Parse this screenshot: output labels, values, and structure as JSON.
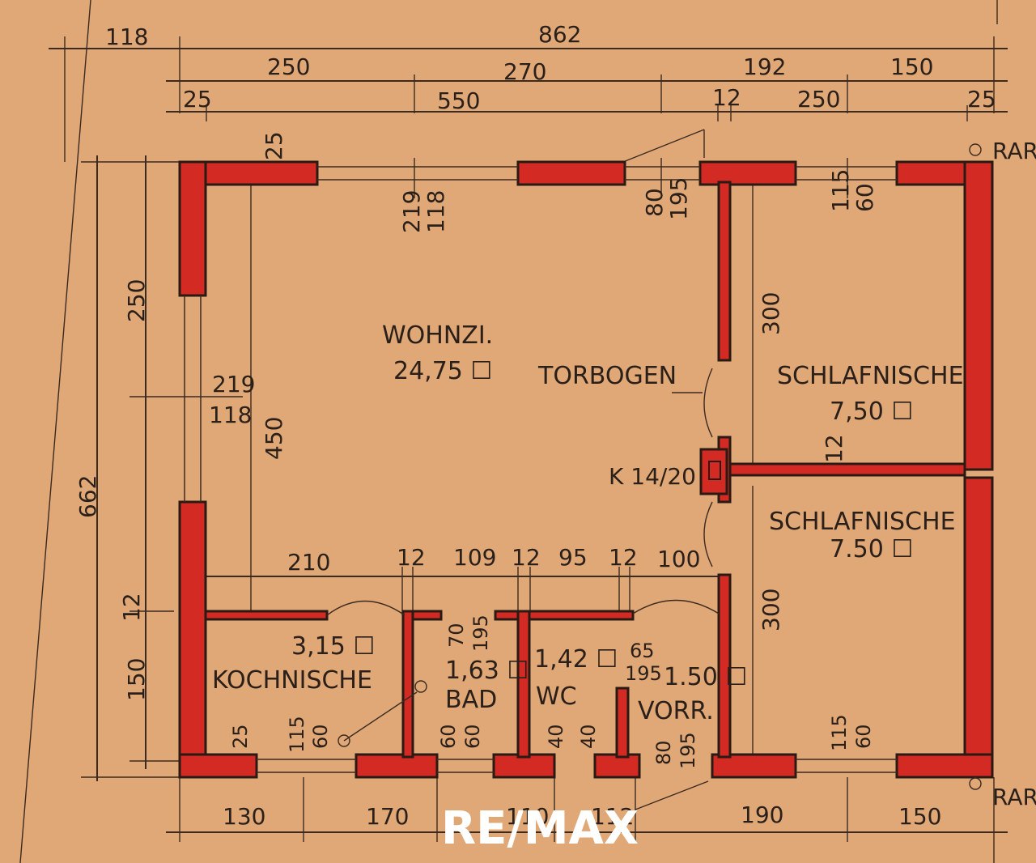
{
  "dimensions": {
    "top_total": "862",
    "top_left_offset": "118",
    "row2": [
      "250",
      "270",
      "192",
      "150"
    ],
    "row3": [
      "25",
      "550",
      "12",
      "250",
      "25"
    ],
    "bottom": [
      "130",
      "170",
      "110",
      "112",
      "190",
      "150"
    ],
    "left_total": "662",
    "left_upper": "250",
    "left_window": [
      "219",
      "118"
    ],
    "left_mid": "450",
    "left_12": "12",
    "left_lower": "150",
    "top_corner": "25",
    "top_window_1": [
      "219",
      "118"
    ],
    "top_door": [
      "80",
      "195"
    ],
    "top_window_2": [
      "115",
      "60"
    ],
    "right_upper": "300",
    "right_lower": "300",
    "internal_row": [
      "210",
      "12",
      "109",
      "12",
      "95",
      "12",
      "100"
    ],
    "wall_12": "12",
    "bad_door": [
      "70",
      "195"
    ],
    "wc_door": [
      "65",
      "195"
    ],
    "bottom_windows": [
      "25",
      "115",
      "60",
      "60",
      "60",
      "40",
      "40",
      "80",
      "195",
      "115",
      "60"
    ],
    "chimney": "K 14/20"
  },
  "rooms": {
    "wohnzi": {
      "name": "WOHNZI.",
      "area": "24,75 ☐"
    },
    "torbogen": "TORBOGEN",
    "schlaf1": {
      "name": "SCHLAFNISCHE",
      "area": "7,50 ☐"
    },
    "schlaf2": {
      "name": "SCHLAFNISCHE",
      "area": "7.50 ☐"
    },
    "koch": {
      "name": "KOCHNISCHE",
      "area": "3,15 ☐"
    },
    "bad": {
      "name": "BAD",
      "area": "1,63 ☐"
    },
    "wc": {
      "name": "WC",
      "area": "1,42 ☐"
    },
    "vorr": {
      "name": "VORR.",
      "area": "1.50 ☐"
    }
  },
  "labels": {
    "rar_top": "RAR",
    "rar_bottom": "RAR"
  },
  "watermark": "RE/MAX",
  "colors": {
    "paper": "#e0a877",
    "wall": "#d42a24",
    "ink": "#2b2019"
  }
}
